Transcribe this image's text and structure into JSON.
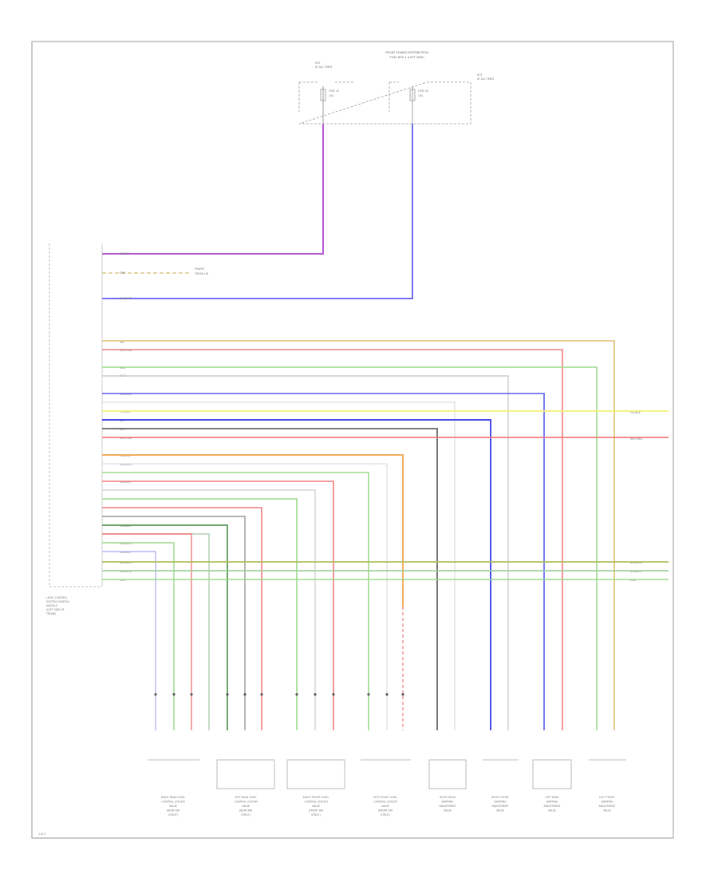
{
  "page_code": "1 of 2",
  "fuse_box": {
    "title_lines": [
      "FRONT POWER DISTRIBUTION",
      "FUSE BOX 1 (LEFT SIDE)"
    ],
    "fuse_a_label": [
      "FUSE 42",
      "15A"
    ],
    "fuse_b_label": [
      "FUSE 43",
      "15A"
    ],
    "hot_note": [
      "HOT",
      "AT ALL TIMES"
    ],
    "hot_note_b": [
      "HOT",
      "AT ALL TIMES"
    ]
  },
  "module": {
    "label_lines": [
      "LEVEL CONTROL",
      "SYSTEM CONTROL",
      "MODULE",
      "(LEFT SIDE OF",
      "TRUNK)"
    ]
  },
  "connector_note": [
    "POWER",
    "TRUNK LID"
  ],
  "wires": [
    {
      "label": "VIO/BLU",
      "color": "#b55bd6"
    },
    {
      "label": "GRN",
      "color": "#c8b050"
    },
    {
      "label": "BLU/WHT",
      "color": "#6f6ff0"
    },
    {
      "label": "YEL",
      "color": "#e0c070"
    },
    {
      "label": "WHT/RED",
      "color": "#f27c7c"
    },
    {
      "label": "GRN",
      "color": "#9cd98c"
    },
    {
      "label": "WHT",
      "color": "#cccccc"
    },
    {
      "label": "BLU/GRN",
      "color": "#7070ee"
    },
    {
      "label": "YEL/BLK",
      "color": "#f2f07a"
    },
    {
      "label": "BLU",
      "color": "#4a4ae8"
    },
    {
      "label": "BRN",
      "color": "#777777"
    },
    {
      "label": "WHT/RED",
      "color": "#f27c7c"
    },
    {
      "label": "ORN/YEL",
      "color": "#f0b060"
    },
    {
      "label": "GRN/WHT",
      "color": "#9cd98c"
    },
    {
      "label": "RED/WHT",
      "color": "#f27c7c"
    },
    {
      "label": "GRN/BLK",
      "color": "#5a9a5a"
    },
    {
      "label": "GRN/BLU",
      "color": "#9cd98c"
    },
    {
      "label": "BLU/RED",
      "color": "#b5b5f0"
    },
    {
      "label": "BRN/GRN",
      "color": "#b0c060"
    },
    {
      "label": "BLU/BRN",
      "color": "#a0d0a0"
    },
    {
      "label": "GRN",
      "color": "#9cd98c"
    }
  ],
  "right_labels": [
    "YEL/BLK",
    "WHT/RED",
    "BRN/GRN",
    "BLU/BRN",
    "GRN"
  ],
  "components": [
    {
      "label": [
        "RIGHT REAR LEVEL",
        "CONTROL SYSTEM",
        "VALVE",
        "(REAR AIR",
        "STRUT)"
      ]
    },
    {
      "label": [
        "LEFT REAR LEVEL",
        "CONTROL SYSTEM",
        "VALVE",
        "(REAR AIR",
        "STRUT)"
      ]
    },
    {
      "label": [
        "RIGHT FRONT LEVEL",
        "CONTROL SYSTEM",
        "VALVE",
        "(FRONT AIR",
        "STRUT)"
      ]
    },
    {
      "label": [
        "LEFT FRONT LEVEL",
        "CONTROL SYSTEM",
        "VALVE",
        "(FRONT AIR",
        "STRUT)"
      ]
    },
    {
      "label": [
        "RIGHT REAR",
        "DAMPING",
        "ADJUSTMENT",
        "VALVE"
      ]
    },
    {
      "label": [
        "RIGHT FRONT",
        "DAMPING",
        "ADJUSTMENT",
        "VALVE"
      ]
    },
    {
      "label": [
        "LEFT REAR",
        "DAMPING",
        "ADJUSTMENT",
        "VALVE"
      ]
    },
    {
      "label": [
        "LEFT FRONT",
        "DAMPING",
        "ADJUSTMENT",
        "VALVE"
      ]
    }
  ]
}
